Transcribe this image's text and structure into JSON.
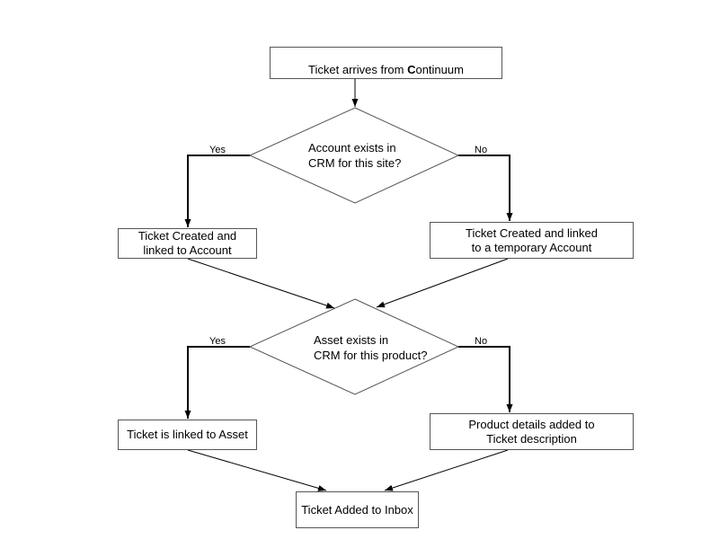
{
  "nodes": {
    "start": {
      "prefix": "Ticket arrives from  ",
      "brand_initial": "C",
      "brand_rest": "ontinuum"
    },
    "decision_account": {
      "label": "Account exists in\n      CRM for this site?"
    },
    "ticket_linked_account": {
      "label": "Ticket Created and\nlinked to Account"
    },
    "ticket_temp_account": {
      "label": "Ticket Created and linked\nto a temporary Account"
    },
    "decision_asset": {
      "label": "Asset exists in\n     CRM for this product?"
    },
    "ticket_linked_asset": {
      "label": "Ticket is linked to Asset"
    },
    "product_details": {
      "label": "Product details added to\nTicket description"
    },
    "end": {
      "label": "Ticket Added to Inbox"
    }
  },
  "edge_labels": {
    "account_yes": "Yes",
    "account_no": "No",
    "asset_yes": "Yes",
    "asset_no": "No"
  },
  "colors": {
    "stroke": "#555555",
    "text": "#000000",
    "background": "#ffffff"
  }
}
